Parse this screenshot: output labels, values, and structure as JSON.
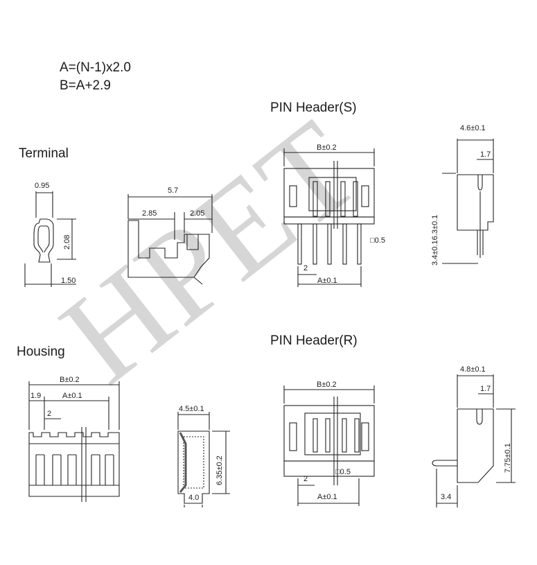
{
  "formulas": [
    "A=(N-1)x2.0",
    "B=A+2.9"
  ],
  "sections": {
    "terminal": "Terminal",
    "pin_header_s": "PIN Header(S)",
    "housing": "Housing",
    "pin_header_r": "PIN Header(R)"
  },
  "terminal_dims": {
    "width_top": "0.95",
    "height": "2.08",
    "width_bottom": "1.50",
    "length": "5.7",
    "part1": "2.85",
    "part2": "2.05"
  },
  "pin_header_s_dims": {
    "b": "B±0.2",
    "a": "A±0.1",
    "pitch": "2",
    "pin": "□0.5",
    "depth": "4.6±0.1",
    "offset": "1.7",
    "height": "3.4±0.16.3±0.1"
  },
  "housing_dims": {
    "b": "B±0.2",
    "edge": "1.9",
    "a": "A±0.1",
    "pitch": "2",
    "depth": "4.5±0.1",
    "height": "6.35±0.2",
    "base": "4.0"
  },
  "pin_header_r_dims": {
    "b": "B±0.2",
    "a": "A±0.1",
    "pitch": "2",
    "pin": "□0.5",
    "depth": "4.8±0.1",
    "offset": "1.7",
    "height": "7.75±0.1",
    "tail": "3.4"
  },
  "watermark": "HPET"
}
